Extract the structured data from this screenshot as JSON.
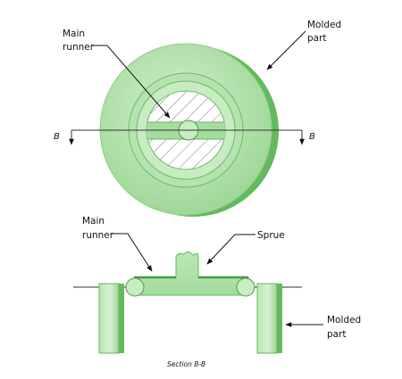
{
  "top_view": {
    "label_main_runner": [
      "Main",
      "runner"
    ],
    "label_molded_part": [
      "Molded",
      "part"
    ],
    "section_mark_left": "B",
    "section_mark_right": "B"
  },
  "section_view": {
    "label_main_runner": [
      "Main",
      "runner"
    ],
    "label_sprue": "Sprue",
    "label_molded_part": [
      "Molded",
      "part"
    ],
    "caption": "Section B-B"
  },
  "colors": {
    "part_light": "#c9ecc4",
    "part_mid": "#a6dd9f",
    "part_dark": "#5fb85a",
    "outline": "#4c9a48"
  }
}
